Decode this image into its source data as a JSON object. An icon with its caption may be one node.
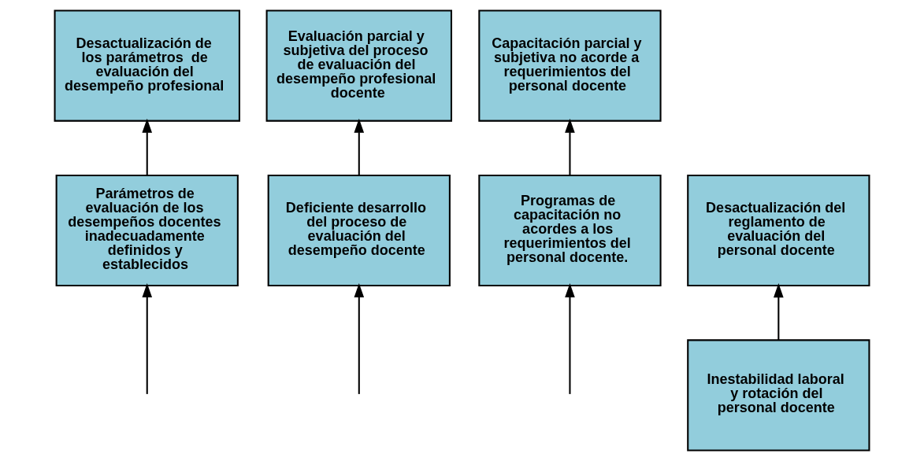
{
  "diagram": {
    "nodes": [
      {
        "text": [
          "Desactualización de los parámetros  de evaluación del desempeño profesional"
        ]
      },
      {
        "text": [
          "Evaluación parcial y subjetiva del proceso de evaluación del desempeño profesional docente"
        ]
      },
      {
        "text": [
          "Capacitación parcial y subjetiva no acorde a requerimientos del personal docente"
        ]
      },
      {
        "text": [
          "Desactualización del reglamento de evaluación del personal docente"
        ]
      },
      {
        "text": [
          "Parámetros de evaluación de los desempeños docentes inadecuadamente definidos y establecidos"
        ]
      },
      {
        "text": [
          "Deficiente desarrollo del proceso de evaluación del desempeño docente"
        ]
      },
      {
        "text": [
          "Programas de capacitación no acordes a los requerimientos del personal docente."
        ]
      },
      {
        "text": [
          "Inestabilidad laboral y rotación del personal docente"
        ]
      }
    ],
    "edges": [
      {
        "from": 4,
        "to": 0,
        "arrow": "to"
      },
      {
        "from": 5,
        "to": 1,
        "arrow": "to"
      },
      {
        "from": 6,
        "to": 2,
        "arrow": "to"
      },
      {
        "from": 7,
        "to": 3,
        "arrow": "to"
      },
      {
        "from": null,
        "to": 4,
        "arrow": "to"
      },
      {
        "from": null,
        "to": 5,
        "arrow": "to"
      },
      {
        "from": null,
        "to": 6,
        "arrow": "to"
      }
    ]
  }
}
